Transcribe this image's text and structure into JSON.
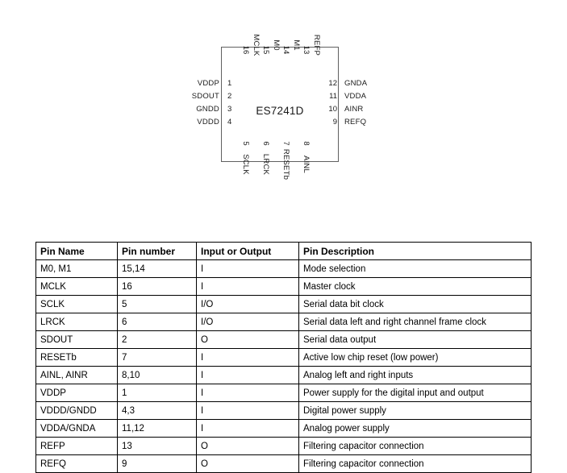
{
  "diagram": {
    "chip_name": "ES7241D",
    "box_border_color": "#606060",
    "pins_left": [
      {
        "label": "VDDP",
        "number": "1"
      },
      {
        "label": "SDOUT",
        "number": "2"
      },
      {
        "label": "GNDD",
        "number": "3"
      },
      {
        "label": "VDDD",
        "number": "4"
      }
    ],
    "pins_right": [
      {
        "number": "12",
        "label": "GNDA"
      },
      {
        "number": "11",
        "label": "VDDA"
      },
      {
        "number": "10",
        "label": "AINR"
      },
      {
        "number": "9",
        "label": "REFQ"
      }
    ],
    "pins_top": [
      {
        "label": "MCLK",
        "number": "16"
      },
      {
        "label": "M0",
        "number": "15"
      },
      {
        "label": "M1",
        "number": "14"
      },
      {
        "label": "REFP",
        "number": "13"
      }
    ],
    "pins_bottom": [
      {
        "number": "5",
        "label": "SCLK"
      },
      {
        "number": "6",
        "label": "LRCK"
      },
      {
        "number": "7",
        "label": "RESETb"
      },
      {
        "number": "8",
        "label": "AINL"
      }
    ]
  },
  "table": {
    "headers": [
      "Pin Name",
      "Pin number",
      "Input or Output",
      "Pin Description"
    ],
    "rows": [
      {
        "name": "M0, M1",
        "number": "15,14",
        "io": "I",
        "description": "Mode selection"
      },
      {
        "name": "MCLK",
        "number": "16",
        "io": "I",
        "description": "Master clock"
      },
      {
        "name": "SCLK",
        "number": "5",
        "io": "I/O",
        "description": "Serial data bit clock"
      },
      {
        "name": "LRCK",
        "number": "6",
        "io": "I/O",
        "description": "Serial data left and right channel frame clock"
      },
      {
        "name": "SDOUT",
        "number": "2",
        "io": "O",
        "description": "Serial data output"
      },
      {
        "name": "RESETb",
        "number": "7",
        "io": "I",
        "description": "Active low chip reset (low power)"
      },
      {
        "name": "AINL, AINR",
        "number": "8,10",
        "io": "I",
        "description": "Analog left and right inputs"
      },
      {
        "name": "VDDP",
        "number": "1",
        "io": "I",
        "description": "Power supply for the digital input and output"
      },
      {
        "name": "VDDD/GNDD",
        "number": "4,3",
        "io": "I",
        "description": "Digital power supply"
      },
      {
        "name": "VDDA/GNDA",
        "number": "11,12",
        "io": "I",
        "description": "Analog power supply"
      },
      {
        "name": "REFP",
        "number": "13",
        "io": "O",
        "description": "Filtering capacitor connection"
      },
      {
        "name": "REFQ",
        "number": "9",
        "io": "O",
        "description": "Filtering capacitor connection"
      }
    ]
  }
}
